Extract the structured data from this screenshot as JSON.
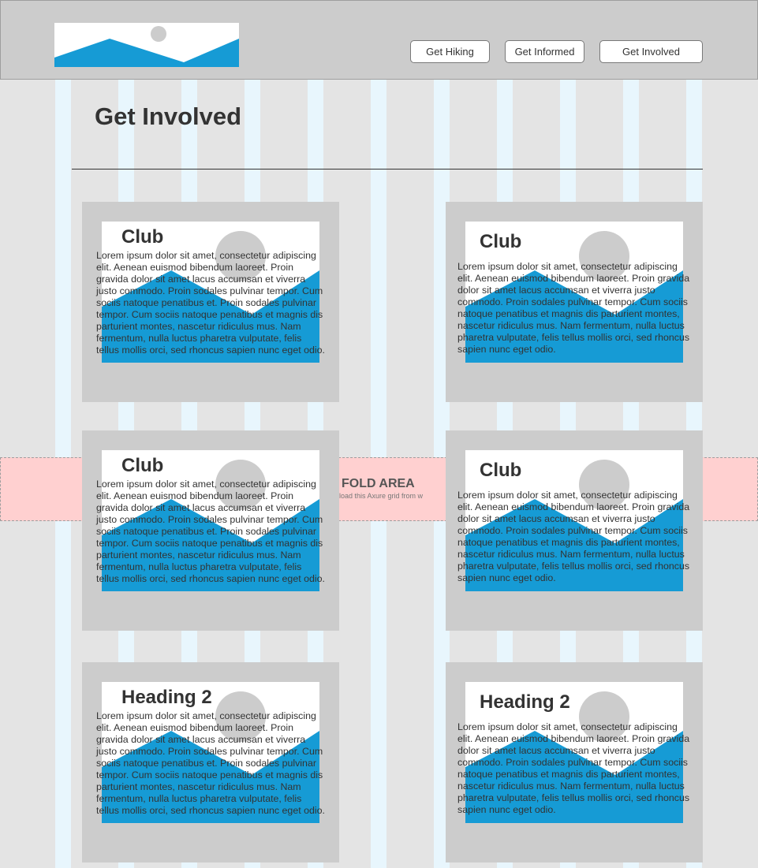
{
  "header": {
    "logo_icon": "image-placeholder-icon",
    "nav": [
      "Get Hiking",
      "Get Informed",
      "Get Involved"
    ]
  },
  "page": {
    "title": "Get Involved"
  },
  "fold": {
    "title": "FOLD AREA",
    "subtitle": "nload this Axure grid from w"
  },
  "cards": [
    {
      "heading": "Club",
      "body": "Lorem ipsum dolor sit amet, consectetur adipiscing elit. Aenean euismod bibendum laoreet. Proin gravida dolor sit amet lacus accumsan et viverra justo commodo. Proin sodales pulvinar tempor. Cum sociis natoque penatibus et. Proin sodales pulvinar tempor. Cum sociis natoque penatibus et magnis dis parturient montes, nascetur ridiculus mus. Nam fermentum, nulla luctus pharetra vulputate, felis tellus mollis orci, sed rhoncus sapien nunc eget odio."
    },
    {
      "heading": "Club",
      "body": "Lorem ipsum dolor sit amet, consectetur adipiscing elit. Aenean euismod bibendum laoreet. Proin gravida dolor sit amet lacus accumsan et viverra justo commodo. Proin sodales pulvinar tempor. Cum sociis natoque penatibus et magnis dis parturient montes, nascetur ridiculus mus. Nam fermentum, nulla luctus pharetra vulputate, felis tellus mollis orci, sed rhoncus sapien nunc eget odio."
    },
    {
      "heading": "Club",
      "body": "Lorem ipsum dolor sit amet, consectetur adipiscing elit. Aenean euismod bibendum laoreet. Proin gravida dolor sit amet lacus accumsan et viverra justo commodo. Proin sodales pulvinar tempor. Cum sociis natoque penatibus et. Proin sodales pulvinar tempor. Cum sociis natoque penatibus et magnis dis parturient montes, nascetur ridiculus mus. Nam fermentum, nulla luctus pharetra vulputate, felis tellus mollis orci, sed rhoncus sapien nunc eget odio."
    },
    {
      "heading": "Club",
      "body": "Lorem ipsum dolor sit amet, consectetur adipiscing elit. Aenean euismod bibendum laoreet. Proin gravida dolor sit amet lacus accumsan et viverra justo commodo. Proin sodales pulvinar tempor. Cum sociis natoque penatibus et magnis dis parturient montes, nascetur ridiculus mus. Nam fermentum, nulla luctus pharetra vulputate, felis tellus mollis orci, sed rhoncus sapien nunc eget odio."
    },
    {
      "heading": "Heading 2",
      "body": "Lorem ipsum dolor sit amet, consectetur adipiscing elit. Aenean euismod bibendum laoreet. Proin gravida dolor sit amet lacus accumsan et viverra justo commodo. Proin sodales pulvinar tempor. Cum sociis natoque penatibus et. Proin sodales pulvinar tempor. Cum sociis natoque penatibus et magnis dis parturient montes, nascetur ridiculus mus. Nam fermentum, nulla luctus pharetra vulputate, felis tellus mollis orci, sed rhoncus sapien nunc eget odio."
    },
    {
      "heading": "Heading 2",
      "body": "Lorem ipsum dolor sit amet, consectetur adipiscing elit. Aenean euismod bibendum laoreet. Proin gravida dolor sit amet lacus accumsan et viverra justo commodo. Proin sodales pulvinar tempor. Cum sociis natoque penatibus et magnis dis parturient montes, nascetur ridiculus mus. Nam fermentum, nulla luctus pharetra vulputate, felis tellus mollis orci, sed rhoncus sapien nunc eget odio."
    }
  ],
  "colors": {
    "header_bg": "#cccccc",
    "grid_column": "#e8f6fd",
    "page_bg": "#e4e4e4",
    "placeholder_blue": "#169bd5",
    "placeholder_circle": "#cccccc",
    "fold_bg": "#ffd0d0"
  }
}
